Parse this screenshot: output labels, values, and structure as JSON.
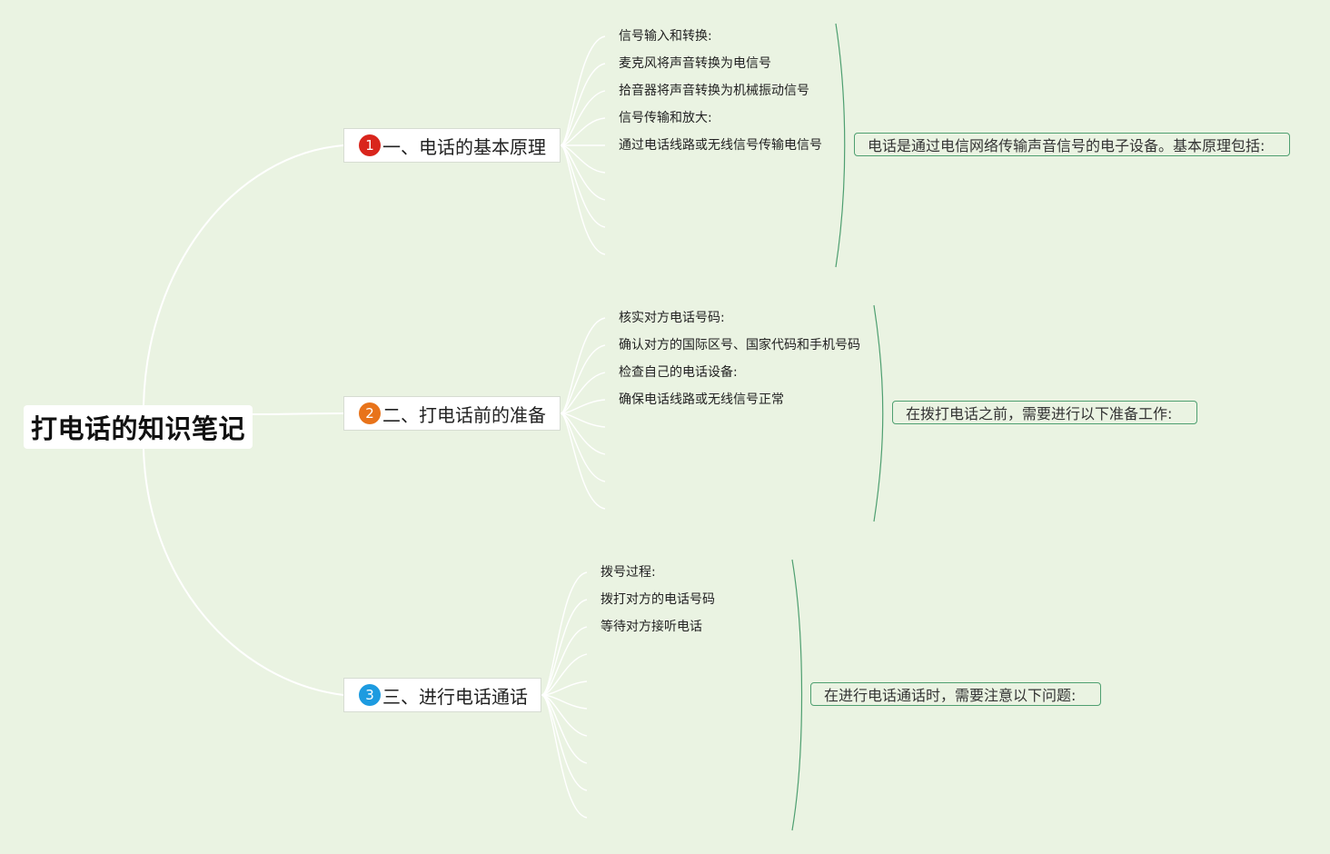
{
  "mindmap": {
    "root": "打电话的知识笔记",
    "branches": [
      {
        "marker": "1",
        "marker_color": "#d9251c",
        "title": "一、电话的基本原理",
        "items": [
          "信号输入和转换:",
          "麦克风将声音转换为电信号",
          "拾音器将声音转换为机械振动信号",
          "信号传输和放大:",
          "通过电话线路或无线信号传输电信号"
        ],
        "summary": "电话是通过电信网络传输声音信号的电子设备。基本原理包括:"
      },
      {
        "marker": "2",
        "marker_color": "#e8731a",
        "title": "二、打电话前的准备",
        "items": [
          "核实对方电话号码:",
          "确认对方的国际区号、国家代码和手机号码",
          "检查自己的电话设备:",
          "确保电话线路或无线信号正常"
        ],
        "summary": "在拨打电话之前，需要进行以下准备工作:"
      },
      {
        "marker": "3",
        "marker_color": "#1d9be0",
        "title": "三、进行电话通话",
        "items": [
          "拨号过程:",
          "拨打对方的电话号码",
          "等待对方接听电话"
        ],
        "summary": "在进行电话通话时，需要注意以下问题:"
      }
    ]
  },
  "colors": {
    "background": "#eaf3e2",
    "connector": "#ffffff",
    "bracket": "#4e9f70"
  }
}
